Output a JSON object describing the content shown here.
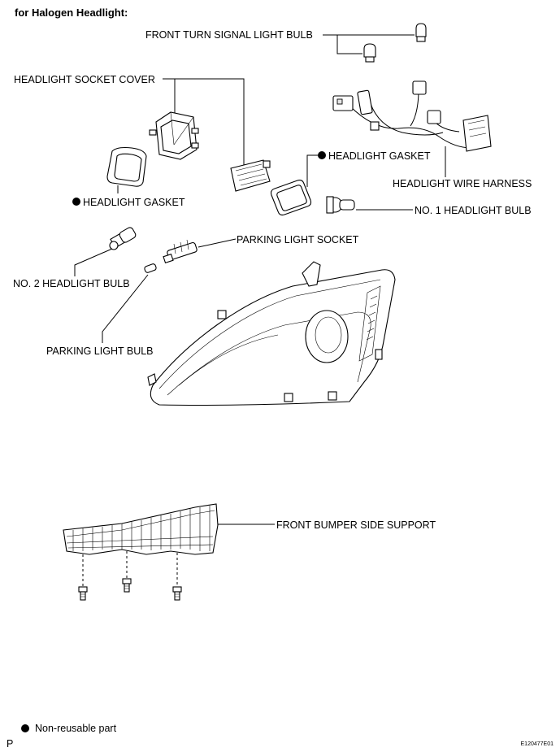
{
  "title": "for Halogen Headlight:",
  "labels": {
    "front_turn_signal_light_bulb": "FRONT TURN SIGNAL LIGHT BULB",
    "headlight_socket_cover": "HEADLIGHT SOCKET COVER",
    "headlight_gasket_right": "HEADLIGHT GASKET",
    "headlight_wire_harness": "HEADLIGHT WIRE HARNESS",
    "headlight_gasket_left": "HEADLIGHT GASKET",
    "no1_headlight_bulb": "NO. 1 HEADLIGHT BULB",
    "parking_light_socket": "PARKING LIGHT SOCKET",
    "no2_headlight_bulb": "NO. 2 HEADLIGHT BULB",
    "parking_light_bulb": "PARKING LIGHT BULB",
    "front_bumper_side_support": "FRONT BUMPER SIDE SUPPORT"
  },
  "legend": {
    "non_reusable": "Non-reusable part"
  },
  "footer": {
    "page_code": "P",
    "figure_id": "E120477E01"
  }
}
